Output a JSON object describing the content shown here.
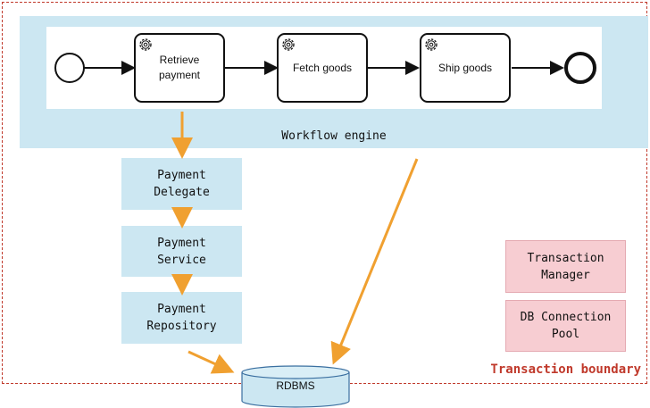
{
  "transaction_boundary": {
    "label": "Transaction boundary",
    "color": "#c0392b"
  },
  "workflow_engine": {
    "label": "Workflow engine",
    "tasks": [
      {
        "label": "Retrieve\npayment",
        "icon": "gear-icon"
      },
      {
        "label": "Fetch goods",
        "icon": "gear-icon"
      },
      {
        "label": "Ship goods",
        "icon": "gear-icon"
      }
    ]
  },
  "payment_chain": [
    "Payment\nDelegate",
    "Payment\nService",
    "Payment\nRepository"
  ],
  "infrastructure": [
    "Transaction\nManager",
    "DB Connection\nPool"
  ],
  "database": {
    "label": "RDBMS"
  },
  "colors": {
    "engine": "#cce7f2",
    "arrow": "#f0a030",
    "infra": "#f7cdd2"
  }
}
